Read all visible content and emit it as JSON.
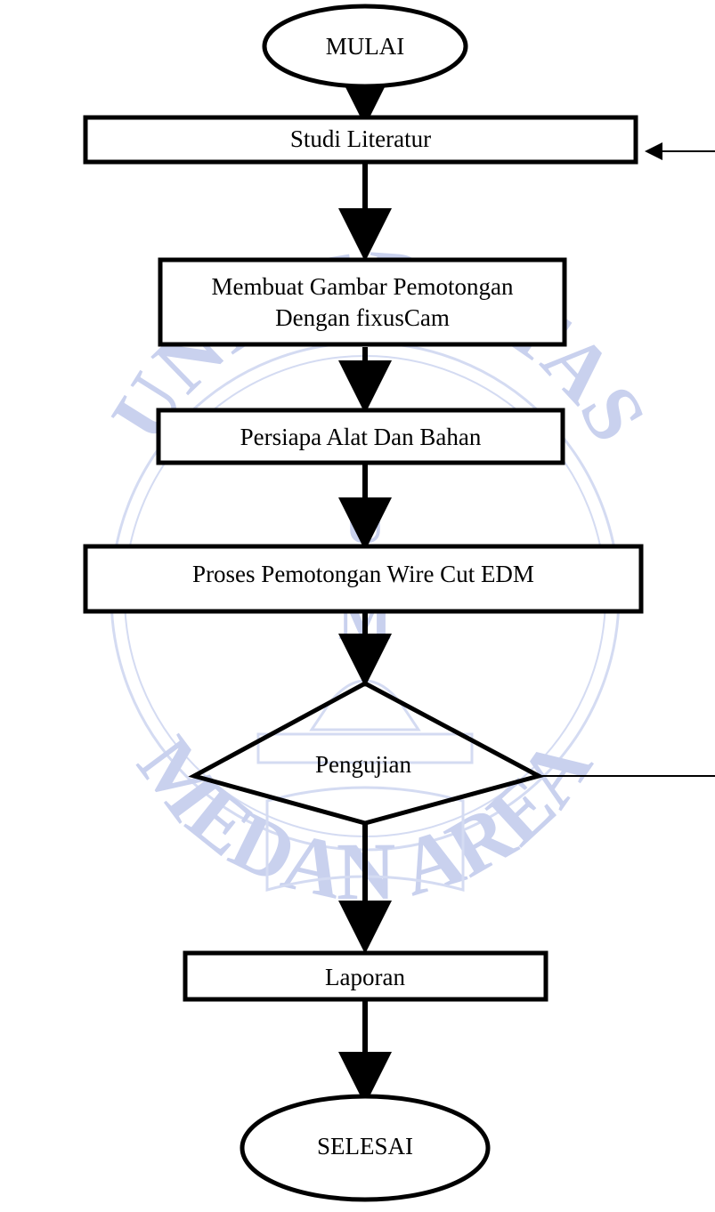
{
  "watermark": {
    "arc_top": "UNIVERSITAS",
    "arc_bottom": "MEDAN AREA",
    "center_letters": [
      "U",
      "M"
    ],
    "color": "#c9d1ee"
  },
  "flowchart": {
    "start": "MULAI",
    "steps": [
      "Studi Literatur",
      "Membuat Gambar Pemotongan",
      "Dengan fixusCam",
      "Persiapa Alat Dan Bahan",
      "Proses Pemotongan Wire Cut EDM"
    ],
    "decision": "Pengujian",
    "report": "Laporan",
    "end": "SELESAI"
  }
}
